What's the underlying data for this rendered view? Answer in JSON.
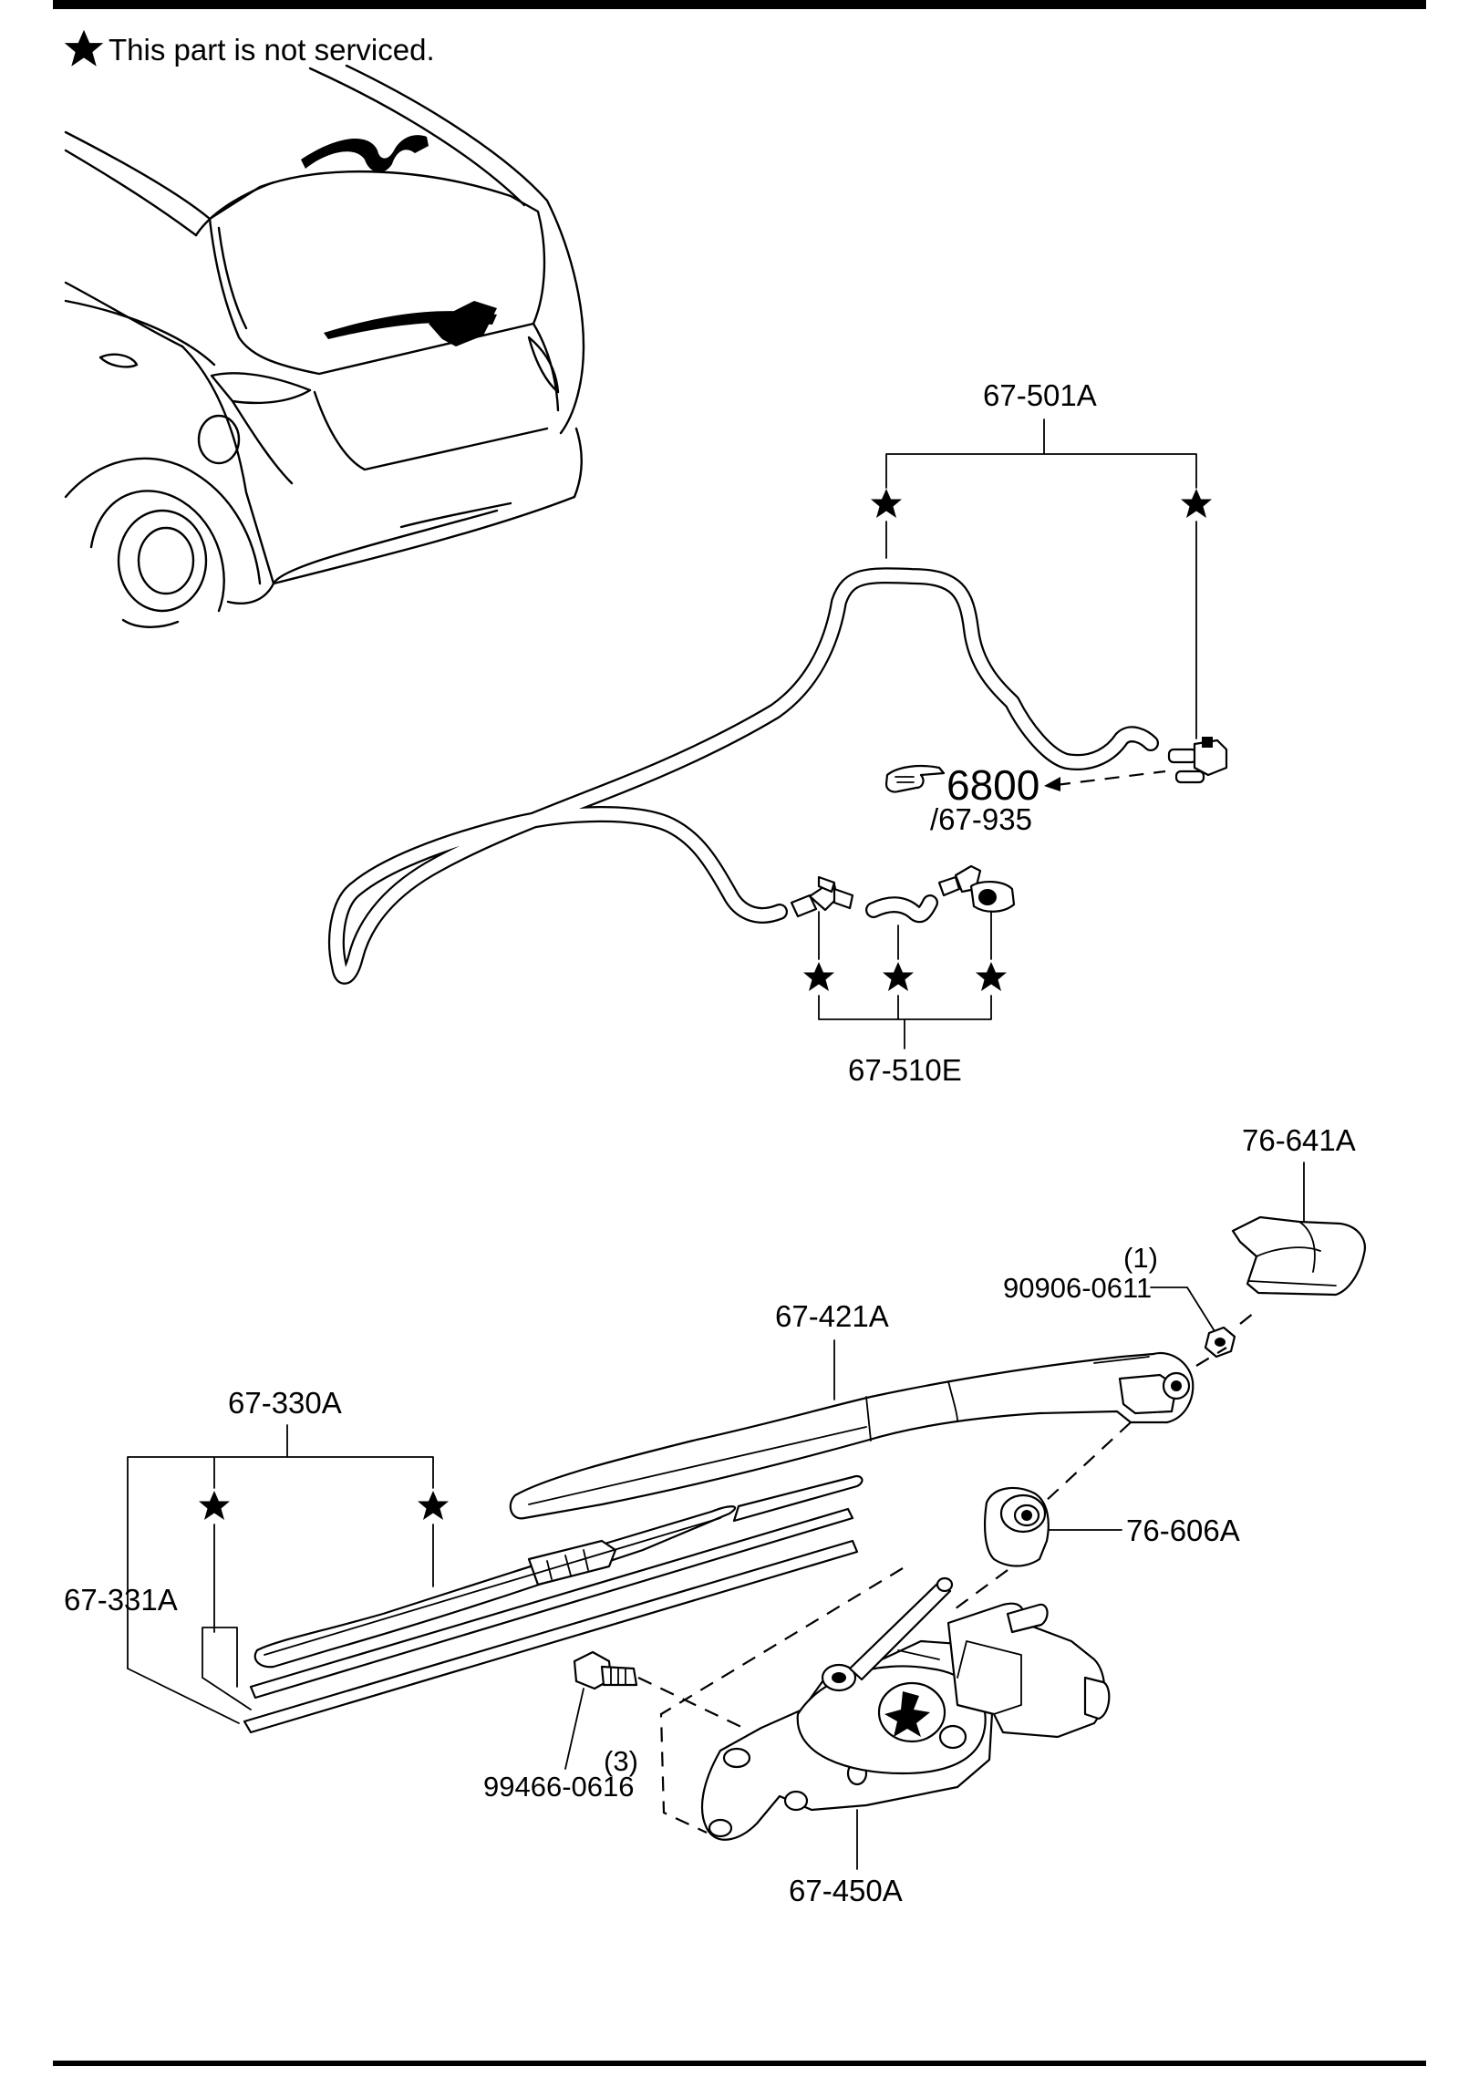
{
  "legend": {
    "star_symbol": "★",
    "note": "This part is not serviced."
  },
  "callouts": {
    "hose_assy": "67-501A",
    "joint_set": "67-510E",
    "ref_page": "6800",
    "ref_sub": "/67-935",
    "arm_cap": "76-641A",
    "nut_qty": "(1)",
    "nut": "90906-0611",
    "wiper_arm": "67-421A",
    "blade_assy": "67-330A",
    "pivot_cap": "76-606A",
    "blade_rubber": "67-331A",
    "bolt_qty": "(3)",
    "bolt": "99466-0616",
    "motor": "67-450A"
  },
  "icons": [
    "star-icon",
    "pointing-hand-icon"
  ]
}
